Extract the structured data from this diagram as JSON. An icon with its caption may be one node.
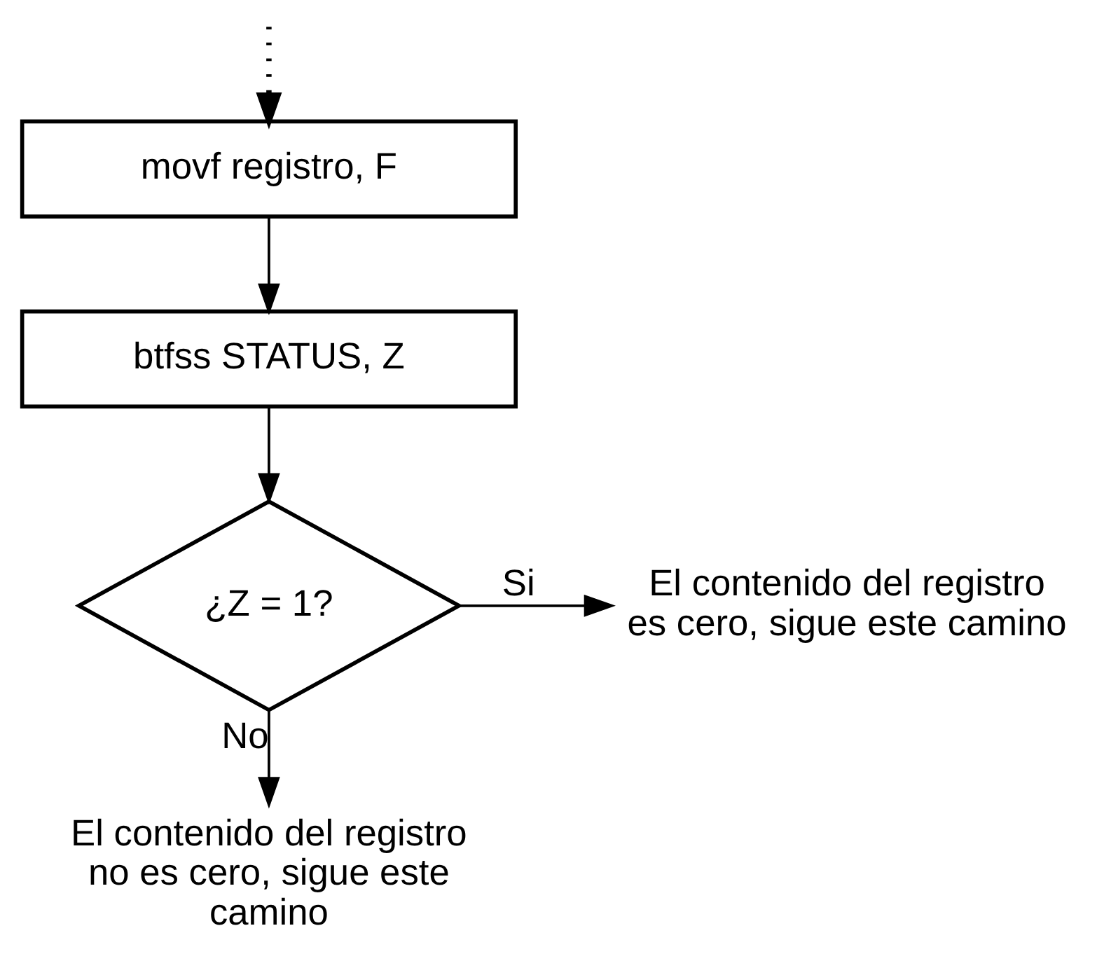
{
  "diagram": {
    "nodes": [
      {
        "text": [
          "movf registro, F"
        ]
      },
      {
        "text": [
          "btfss STATUS, Z"
        ]
      },
      {
        "text": [
          "¿Z = 1?"
        ]
      },
      {
        "text": [
          "El contenido del registro es cero, sigue este camino"
        ]
      },
      {
        "text": [
          "El contenido del registro no es cero, sigue este camino"
        ]
      }
    ],
    "edges": [
      {
        "from": null,
        "to": 0,
        "arrow": "to",
        "style": "dashed"
      },
      {
        "from": 0,
        "to": 1,
        "arrow": "to"
      },
      {
        "from": 1,
        "to": 2,
        "arrow": "to"
      },
      {
        "from": 2,
        "to": 3,
        "arrow": "to",
        "label": "Si"
      },
      {
        "from": 2,
        "to": 4,
        "arrow": "to",
        "label": "No"
      }
    ]
  }
}
